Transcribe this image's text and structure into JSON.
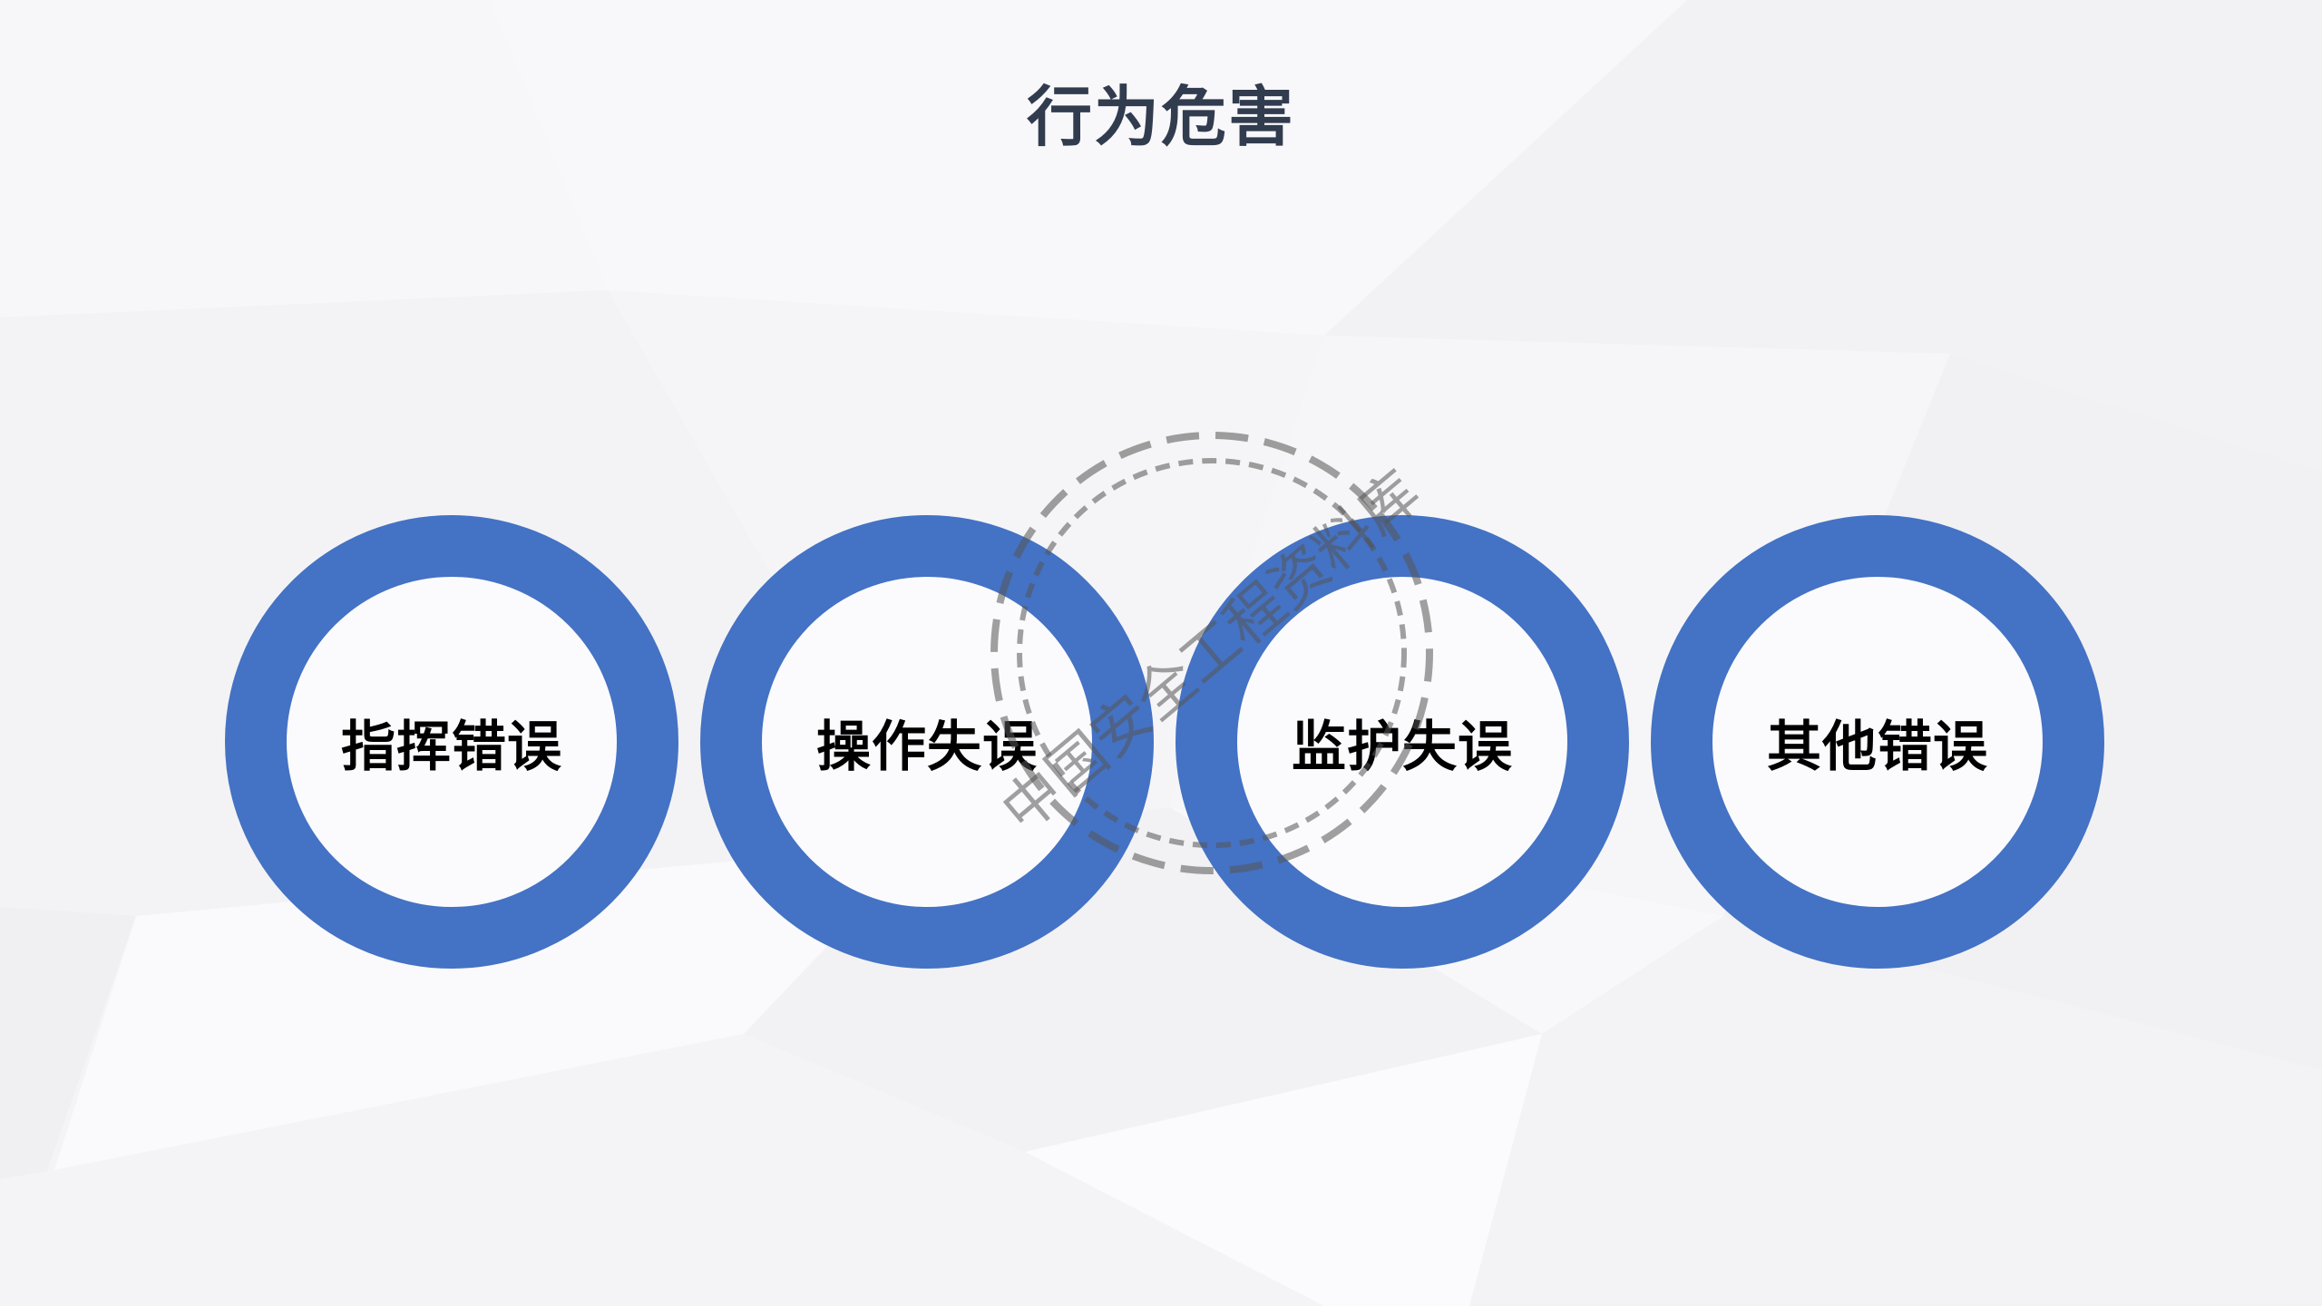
{
  "slide": {
    "title": "行为危害",
    "accent_color": "#4472c4",
    "title_color": "#323c4f",
    "items": [
      {
        "label": "指挥错误"
      },
      {
        "label": "操作失误"
      },
      {
        "label": "监护失误"
      },
      {
        "label": "其他错误"
      }
    ]
  },
  "watermark": {
    "text": "中国安全工程资料库",
    "color": "#7f7f7f"
  }
}
